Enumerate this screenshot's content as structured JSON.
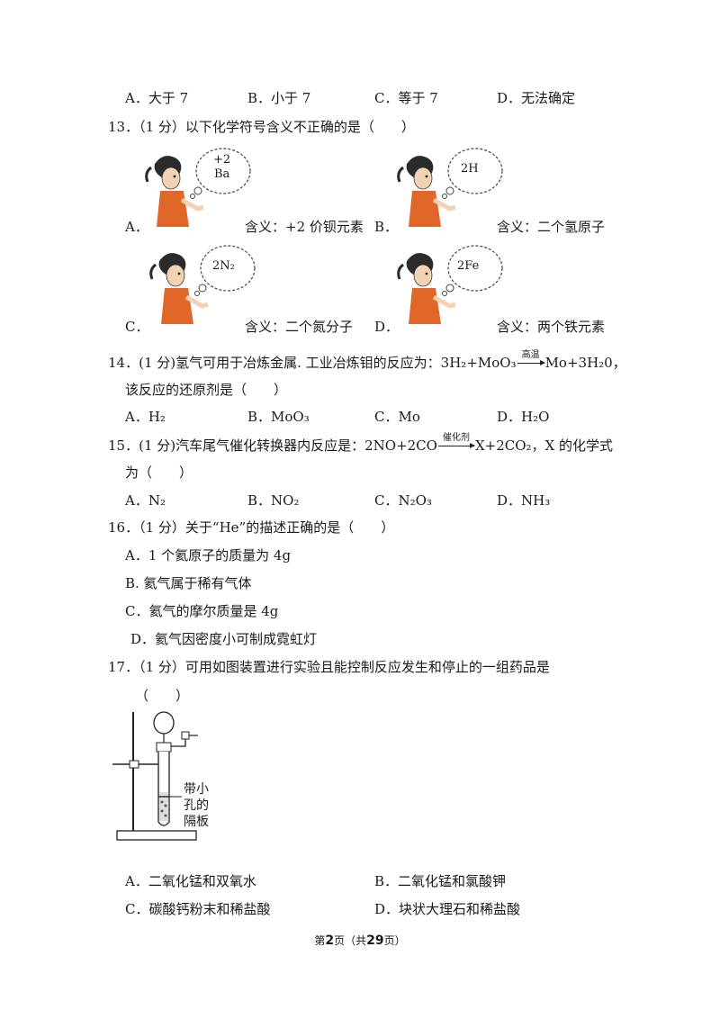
{
  "q12": {
    "options": [
      "A．大于 7",
      "B．小于 7",
      "C．等于 7",
      "D．无法确定"
    ]
  },
  "q13": {
    "stem": "13．（1 分）以下化学符号含义不正确的是（　　）",
    "options": [
      {
        "letter": "A．",
        "bubble_top": "+2",
        "bubble_bottom": "Ba",
        "meaning": "含义：+2 价钡元素"
      },
      {
        "letter": "B．",
        "bubble_top": "2H",
        "bubble_bottom": "",
        "meaning": "含义：二个氢原子"
      },
      {
        "letter": "C．",
        "bubble_top": "2N₂",
        "bubble_bottom": "",
        "meaning": "含义：二个氮分子"
      },
      {
        "letter": "D．",
        "bubble_top": "2Fe",
        "bubble_bottom": "",
        "meaning": "含义：两个铁元素"
      }
    ]
  },
  "q14": {
    "stem_prefix": "14．(1 分)氢气可用于冶炼金属. 工业冶炼钼的反应为：",
    "reactants": "3H₂+MoO₃",
    "condition": "高温",
    "products": "Mo+3H₂0，",
    "stem_line2": "该反应的还原剂是（　　）",
    "options": [
      "A．H₂",
      "B．MoO₃",
      "C．Mo",
      "D．H₂O"
    ]
  },
  "q15": {
    "stem_prefix": "15．(1 分)汽车尾气催化转换器内反应是：",
    "reactants": "2NO+2CO",
    "condition": "催化剂",
    "products": "X+2CO₂，X 的化学式",
    "stem_line2": "为（　　）",
    "options": [
      "A．N₂",
      "B．NO₂",
      "C．N₂O₃",
      "D．NH₃"
    ]
  },
  "q16": {
    "stem": "16．（1 分）关于“He”的描述正确的是（　　）",
    "options": [
      "A．1 个氦原子的质量为 4g",
      "B. 氦气属于稀有气体",
      "C．氦气的摩尔质量是 4g",
      "D．氦气因密度小可制成霓虹灯"
    ]
  },
  "q17": {
    "stem": "17．（1 分）可用如图装置进行实验且能控制反应发生和停止的一组药品是",
    "stem_line2": "（　　）",
    "figure_label": "带小孔的隔板",
    "options": [
      "A．二氧化锰和双氧水",
      "B．二氧化锰和氯酸钾",
      "C．碳酸钙粉末和稀盐酸",
      "D．块状大理石和稀盐酸"
    ]
  },
  "footer": {
    "prefix": "第",
    "page": "2",
    "middle": "页（共",
    "total": "29",
    "suffix": "页）"
  }
}
